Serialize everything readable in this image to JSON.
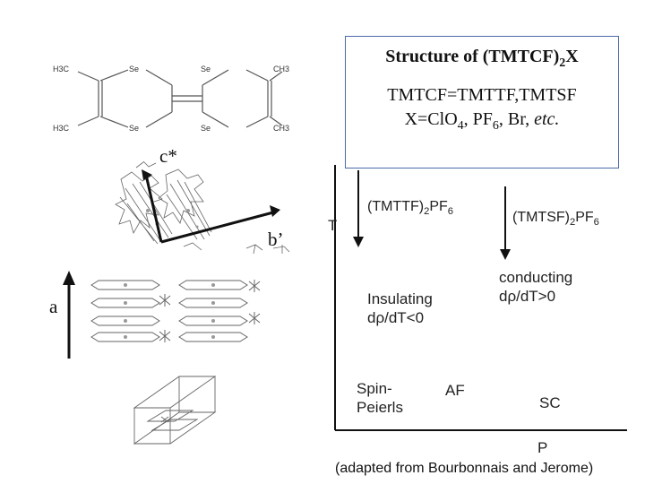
{
  "title_box": {
    "title_prefix": "Structure of (TMTCF)",
    "title_sub": "2",
    "title_suffix": "X",
    "line1": "TMTCF=TMTTF,TMTSF",
    "line2_a": "X=ClO",
    "line2_sub1": "4",
    "line2_b": ", PF",
    "line2_sub2": "6",
    "line2_c": ", Br, ",
    "line2_em": "etc."
  },
  "molecule": {
    "h3c_top": "H3C",
    "h3c_bottom": "H3C",
    "ch3_top": "CH3",
    "ch3_bottom": "CH3",
    "se_tl": "Se",
    "se_tr": "Se",
    "se_bl": "Se",
    "se_br": "Se"
  },
  "crystal": {
    "c_star": "c*",
    "b_prime": "b’",
    "a": "a"
  },
  "phase_diagram": {
    "t_axis": "T",
    "p_axis": "P",
    "tmttf_prefix": "(TMTTF)",
    "tmttf_sub1": "2",
    "tmttf_mid": "PF",
    "tmttf_sub2": "6",
    "tmtsf_prefix": "(TMTSF)",
    "tmtsf_sub1": "2",
    "tmtsf_mid": "PF",
    "tmtsf_sub2": "6",
    "conducting": "conducting",
    "conducting_deriv": "dρ/dT>0",
    "insulating": "Insulating",
    "insulating_deriv": "dρ/dT<0",
    "spin": "Spin-",
    "peierls": "Peierls",
    "af": "AF",
    "sc": "SC"
  },
  "caption": "(adapted from Bourbonnais and Jerome)",
  "colors": {
    "box_border": "#4a6aa8"
  }
}
